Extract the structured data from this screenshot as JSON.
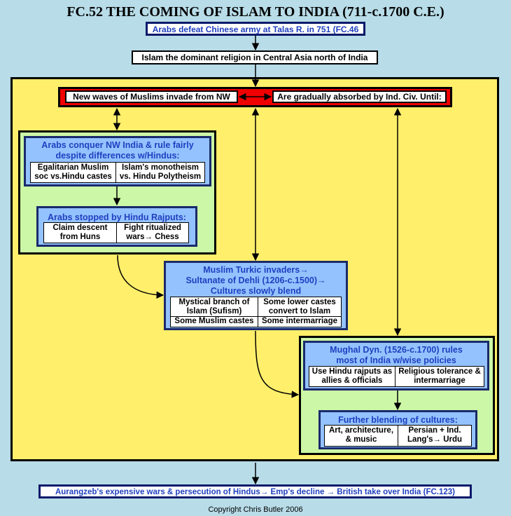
{
  "title": "FC.52 THE COMING OF ISLAM TO INDIA (711-c.1700 C.E.)",
  "top_box": "Arabs defeat Chinese army at Talas R. in 751 (FC.46",
  "second_box": "Islam the dominant religion in Central Asia north of India",
  "red_left": "New waves of Muslims invade from NW",
  "red_right": "Are gradually absorbed by Ind. Civ. Until:",
  "arabs": {
    "title_line1": "Arabs conquer NW India & rule fairly",
    "title_line2": "despite differences w/Hindus:",
    "cell1_line1": "Egalitarian Muslim",
    "cell1_line2": "soc vs.Hindu castes",
    "cell2_line1": "Islam's monotheism",
    "cell2_line2": "vs. Hindu Polytheism"
  },
  "rajputs": {
    "title": "Arabs stopped by Hindu Rajputs:",
    "cell1_line1": "Claim descent",
    "cell1_line2": "from Huns",
    "cell2_line1": "Fight ritualized",
    "cell2_line2": "wars→ Chess"
  },
  "turkic": {
    "title_line1": "Muslim Turkic invaders→",
    "title_line2": "Sultanate of Dehli (1206-c.1500)→",
    "title_line3": "Cultures slowly blend",
    "cell1_line1": "Mystical branch of",
    "cell1_line2": "Islam (Sufism)",
    "cell2_line1": "Some lower castes",
    "cell2_line2": "convert to Islam",
    "cell3": "Some Muslim castes",
    "cell4": "Some intermarriage"
  },
  "mughal": {
    "title_line1": "Mughal Dyn. (1526-c.1700) rules",
    "title_line2": "most of India w/wise policies",
    "cell1_line1": "Use Hindu rajputs as",
    "cell1_line2": "allies & officials",
    "cell2_line1": "Religious tolerance &",
    "cell2_line2": "intermarriage"
  },
  "blending": {
    "title": "Further blending of cultures:",
    "cell1_line1": "Art, architecture,",
    "cell1_line2": "& music",
    "cell2_line1": "Persian + Ind.",
    "cell2_line2": "Lang's→ Urdu"
  },
  "bottom_box": "Aurangzeb's expensive wars & persecution of Hindus→ Emp's decline → British  take over India (FC.123)",
  "copyright": "Copyright Chris Butler 2006",
  "colors": {
    "background": "#b8dce8",
    "yellow_panel": "#ffef6b",
    "red_band": "#f00000",
    "green_panel": "#ccf7a6",
    "blue_panel": "#94c2ff",
    "navy_text": "#1f3fbf"
  }
}
